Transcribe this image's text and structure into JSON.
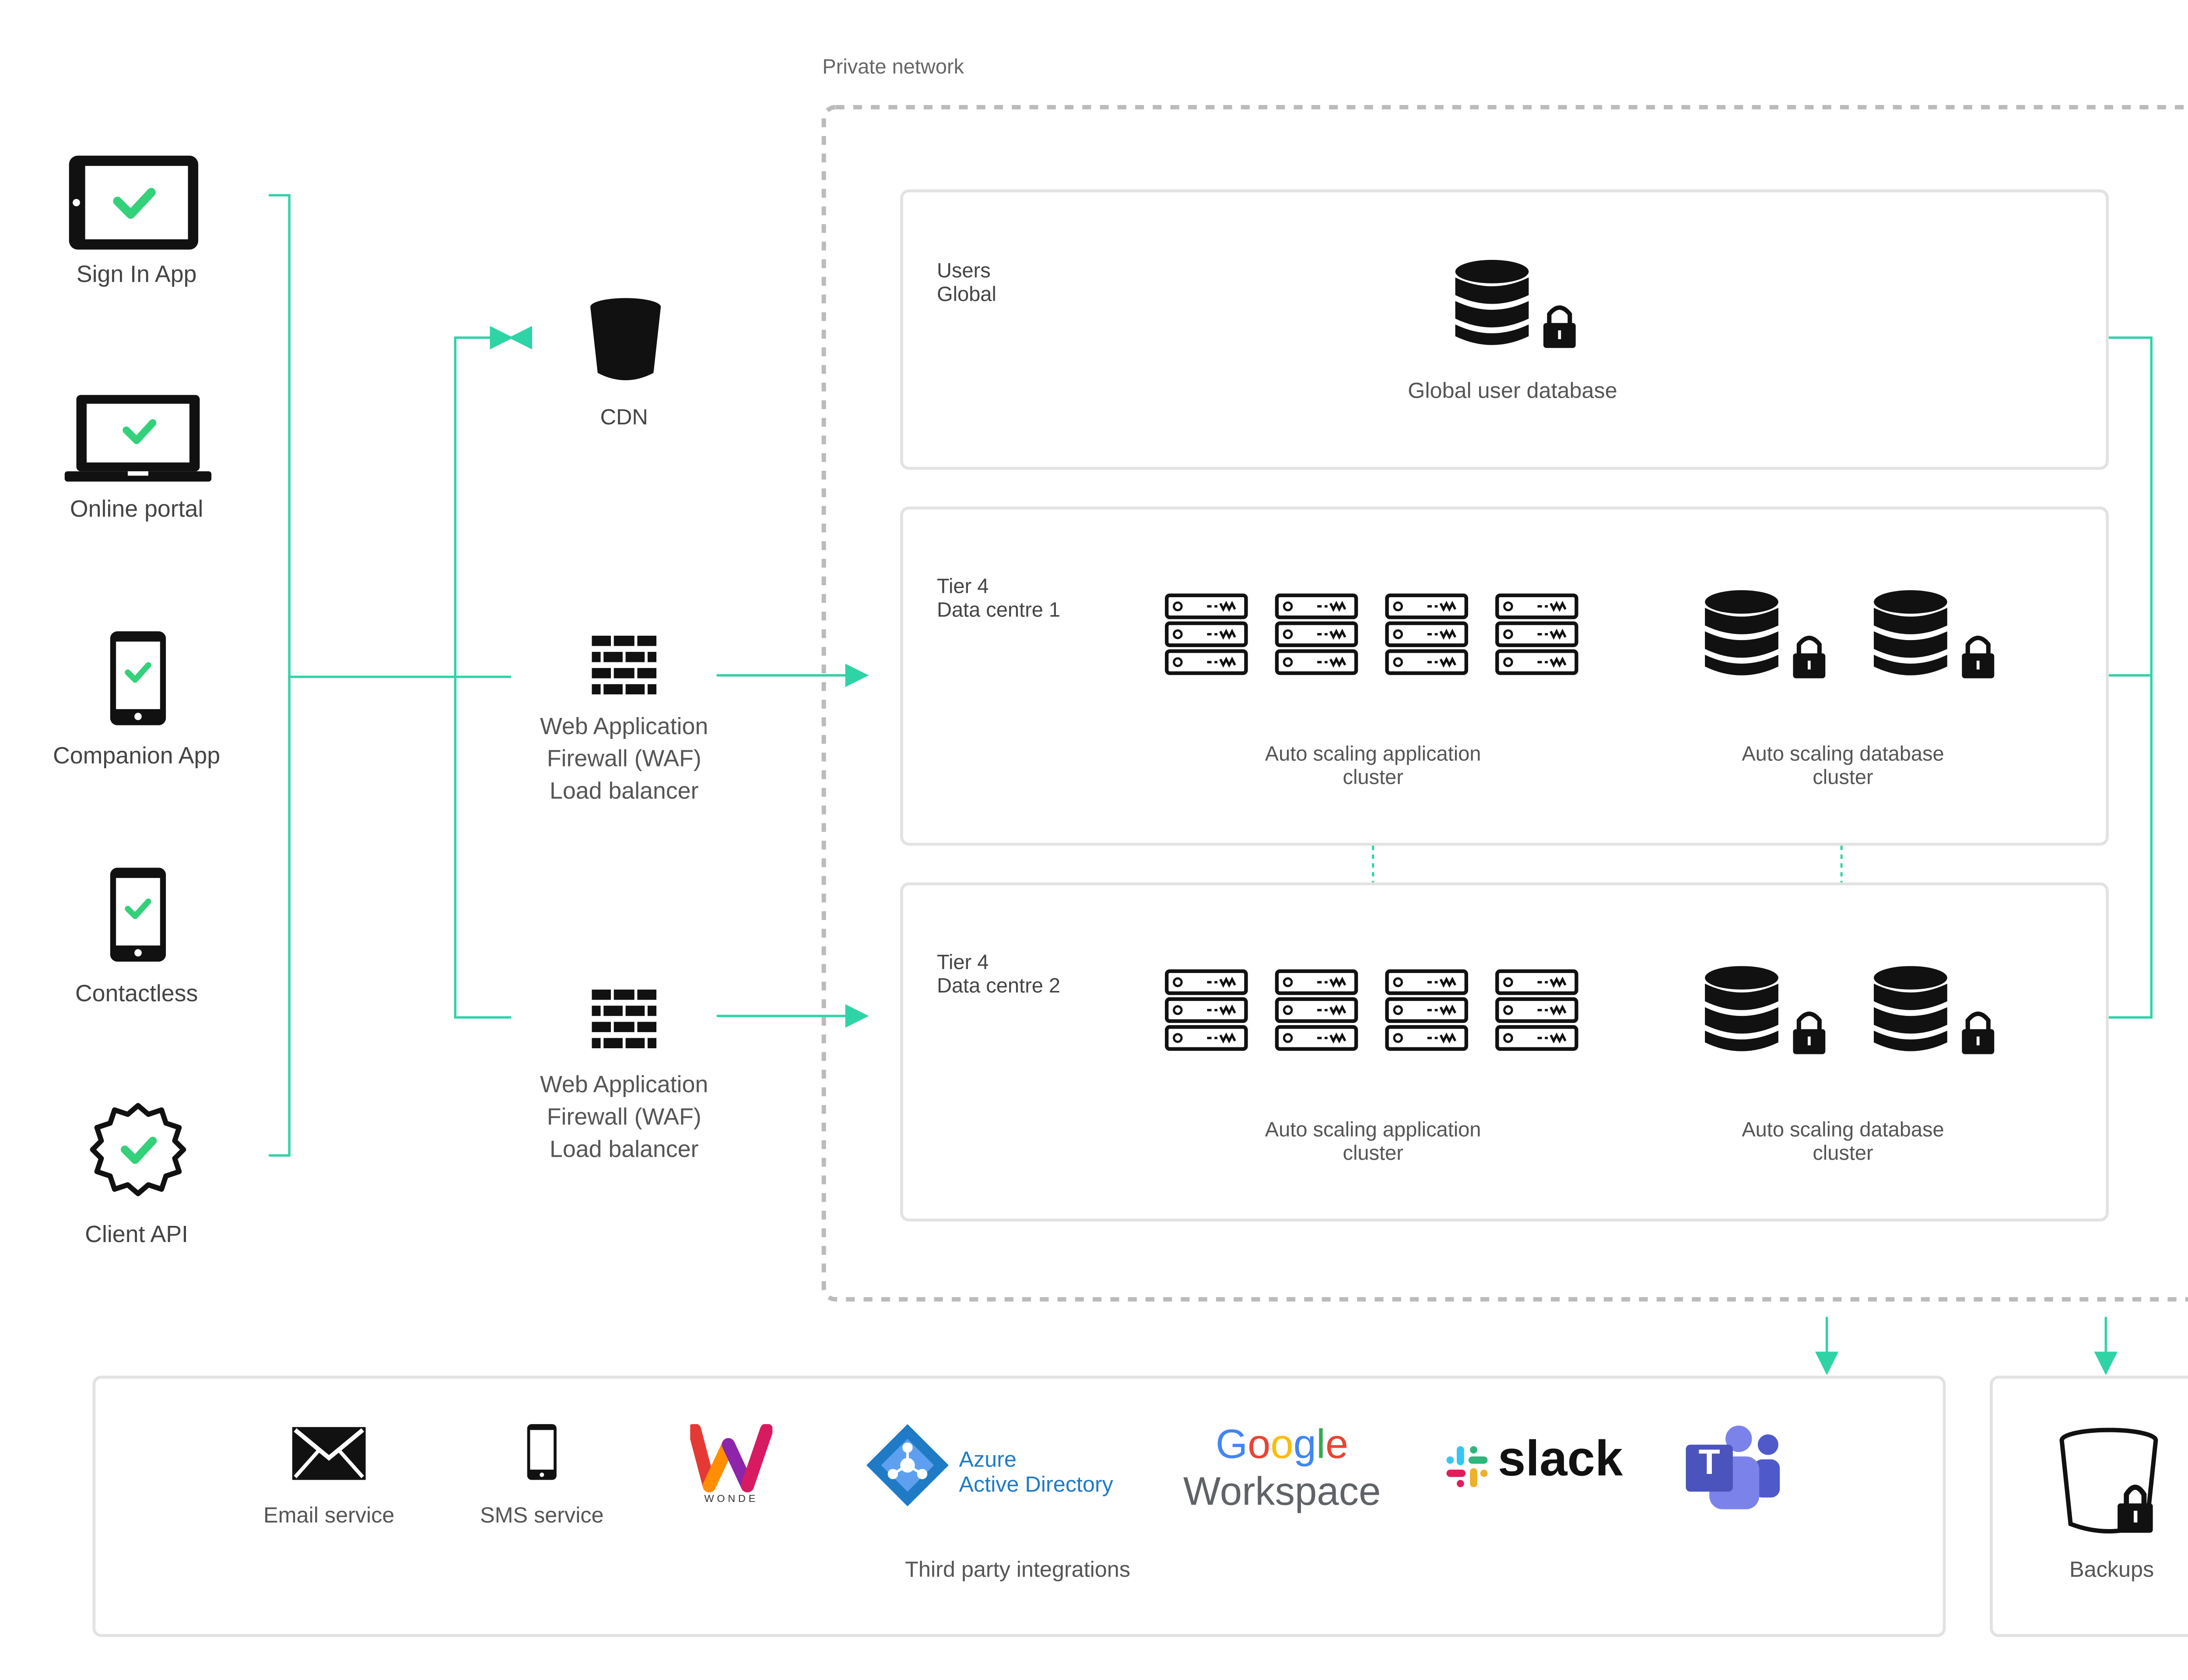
{
  "network": {
    "label": "Private network"
  },
  "clients": [
    {
      "label": "Sign In App",
      "icon": "tablet-icon"
    },
    {
      "label": "Online portal",
      "icon": "laptop-icon"
    },
    {
      "label": "Companion App",
      "icon": "phone-icon"
    },
    {
      "label": "Contactless",
      "icon": "phone-icon"
    },
    {
      "label": "Client API",
      "icon": "gear-icon"
    }
  ],
  "edge": {
    "cdn": "CDN",
    "waf1": [
      "Web Application",
      "Firewall (WAF)",
      "Load balancer"
    ],
    "waf2": [
      "Web Application",
      "Firewall (WAF)",
      "Load balancer"
    ]
  },
  "users_box": {
    "title": [
      "Users",
      "Global"
    ],
    "db_label": "Global user database"
  },
  "dc1": {
    "title": [
      "Tier 4",
      "Data centre 1"
    ],
    "app_cluster": [
      "Auto scaling application",
      "cluster"
    ],
    "db_cluster": [
      "Auto scaling database",
      "cluster"
    ]
  },
  "dc2": {
    "title": [
      "Tier 4",
      "Data centre 2"
    ],
    "app_cluster": [
      "Auto scaling application",
      "cluster"
    ],
    "db_cluster": [
      "Auto scaling database",
      "cluster"
    ]
  },
  "integrations": {
    "email": "Email service",
    "sms": "SMS service",
    "wonde": "WONDE",
    "azure": [
      "Azure",
      "Active Directory"
    ],
    "google": [
      "Google",
      "Workspace"
    ],
    "slack": "slack",
    "teams": "T",
    "caption": "Third party integrations"
  },
  "backups": {
    "label": "Backups"
  },
  "colors": {
    "accent": "#2ed3a6",
    "check_green": "#33d17a",
    "border": "#e2e2e2",
    "dashed": "#bbbbbb",
    "icon": "#111111",
    "azure_blue": "#1f7bc6",
    "slack_text": "#111111"
  }
}
